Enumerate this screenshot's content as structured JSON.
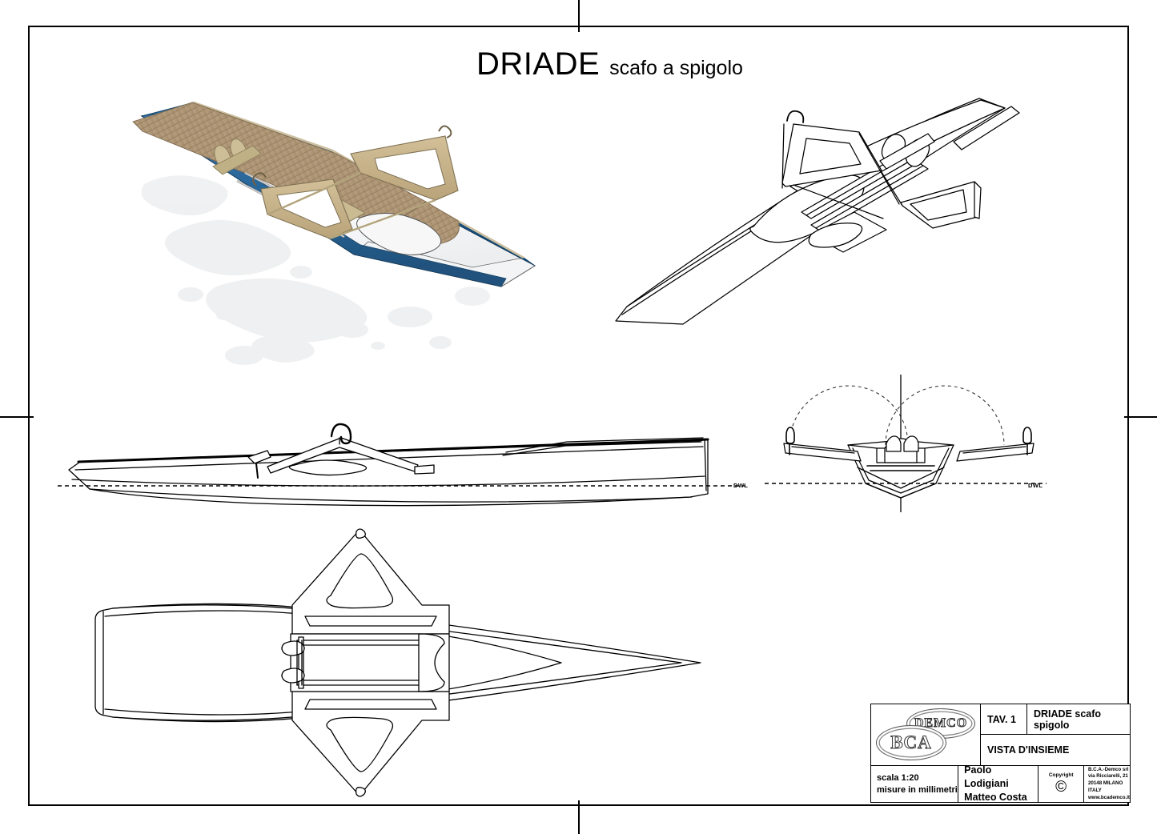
{
  "sheet": {
    "title_main": "DRIADE",
    "title_sub": "scafo a spigolo",
    "background_color": "#ffffff",
    "line_color": "#000000"
  },
  "views": [
    {
      "id": "render-view",
      "name": "rendered-perspective-view",
      "caption": ""
    },
    {
      "id": "persp-view",
      "name": "wireframe-perspective-view",
      "caption": ""
    },
    {
      "id": "profile-view",
      "name": "profile-side-view",
      "caption": ""
    },
    {
      "id": "body-view",
      "name": "body-plan-section-view",
      "caption": ""
    },
    {
      "id": "plan-view",
      "name": "plan-top-view",
      "caption": ""
    }
  ],
  "waterline": {
    "label_left": "DWL",
    "label_right": "DWL"
  },
  "render_colors": {
    "hull_topside_blue": "#1d5e93",
    "hull_bottom_white": "#ffffff",
    "deck_teak": "#b09878",
    "deck_teak_dark": "#8d7659",
    "rigger_tan": "#c6b285",
    "shadow_grey": "#e3e5e7"
  },
  "title_block": {
    "tav_label": "TAV. 1",
    "drawing_name": "DRIADE scafo spigolo",
    "view_name": "VISTA D'INSIEME",
    "scale_line1": "scala 1:20",
    "scale_line2": "misure in millimetri",
    "author1": "Paolo Lodigiani",
    "author2": "Matteo Costa",
    "copyright_label": "Copyright",
    "copyright_glyph": "©",
    "address": [
      "B.C.A.-Demco srl",
      "via Ricciarelli, 21",
      "20148 MILANO",
      "ITALY",
      "www.bcademco.it"
    ],
    "logo_badges": [
      {
        "text": "DEMCO"
      },
      {
        "text": "BCA"
      }
    ]
  }
}
